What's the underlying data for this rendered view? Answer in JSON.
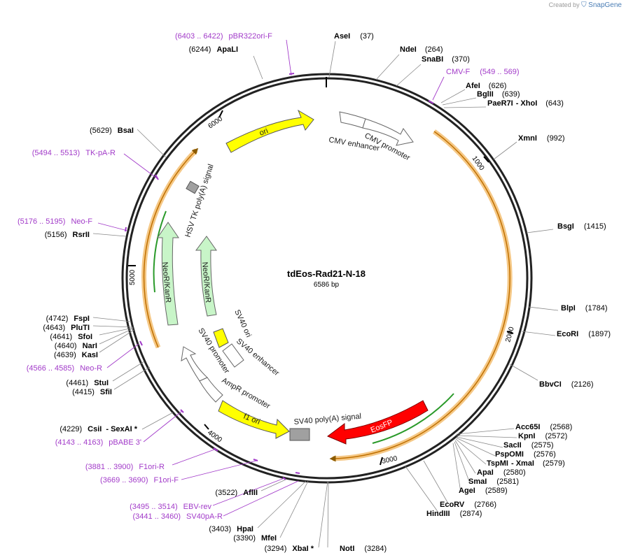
{
  "credit": {
    "prefix": "Created by",
    "brand": "SnapGene"
  },
  "plasmid": {
    "name": "tdEos-Rad21-N-18",
    "size_label": "6586 bp",
    "length": 6586
  },
  "ruler_ticks": [
    "1000",
    "2000",
    "3000",
    "4000",
    "5000",
    "6000"
  ],
  "enzymes": [
    {
      "name": "AseI",
      "pos": "(37)"
    },
    {
      "name": "NdeI",
      "pos": "(264)"
    },
    {
      "name": "SnaBI",
      "pos": "(370)"
    },
    {
      "name": "AfeI",
      "pos": "(626)"
    },
    {
      "name": "BglII",
      "pos": "(639)"
    },
    {
      "name": "PaeR7I",
      "pos": "(643)",
      "suffix": "- XhoI"
    },
    {
      "name": "XmnI",
      "pos": "(992)"
    },
    {
      "name": "BsgI",
      "pos": "(1415)"
    },
    {
      "name": "BlpI",
      "pos": "(1784)"
    },
    {
      "name": "EcoRI",
      "pos": "(1897)"
    },
    {
      "name": "BbvCI",
      "pos": "(2126)"
    },
    {
      "name": "Acc65I",
      "pos": "(2568)"
    },
    {
      "name": "KpnI",
      "pos": "(2572)"
    },
    {
      "name": "SacII",
      "pos": "(2575)"
    },
    {
      "name": "PspOMI",
      "pos": "(2576)"
    },
    {
      "name": "TspMI",
      "pos": "(2579)",
      "suffix": "- XmaI"
    },
    {
      "name": "ApaI",
      "pos": "(2580)"
    },
    {
      "name": "SmaI",
      "pos": "(2581)"
    },
    {
      "name": "AgeI",
      "pos": "(2589)"
    },
    {
      "name": "EcoRV",
      "pos": "(2766)"
    },
    {
      "name": "HindIII",
      "pos": "(2874)"
    },
    {
      "name": "NotI",
      "pos": "(3284)"
    },
    {
      "name": "XbaI *",
      "pos": "(3294)"
    },
    {
      "name": "MfeI",
      "pos": "(3390)"
    },
    {
      "name": "HpaI",
      "pos": "(3403)"
    },
    {
      "name": "AflII",
      "pos": "(3522)"
    },
    {
      "name": "CsiI",
      "pos": "(4229)",
      "suffix": "- SexAI *"
    },
    {
      "name": "SfiI",
      "pos": "(4415)"
    },
    {
      "name": "StuI",
      "pos": "(4461)"
    },
    {
      "name": "KasI",
      "pos": "(4639)"
    },
    {
      "name": "NarI",
      "pos": "(4640)"
    },
    {
      "name": "SfoI",
      "pos": "(4641)"
    },
    {
      "name": "PluTI",
      "pos": "(4643)"
    },
    {
      "name": "FspI",
      "pos": "(4742)"
    },
    {
      "name": "RsrII",
      "pos": "(5156)"
    },
    {
      "name": "BsaI",
      "pos": "(5629)"
    },
    {
      "name": "ApaLI",
      "pos": "(6244)"
    }
  ],
  "primers": [
    {
      "name": "pBR322ori-F",
      "range": "(6403 .. 6422)"
    },
    {
      "name": "CMV-F",
      "range": "(549 .. 569)"
    },
    {
      "name": "TK-pA-R",
      "range": "(5494 .. 5513)"
    },
    {
      "name": "Neo-F",
      "range": "(5176 .. 5195)"
    },
    {
      "name": "Neo-R",
      "range": "(4566 .. 4585)"
    },
    {
      "name": "pBABE 3'",
      "range": "(4143 .. 4163)"
    },
    {
      "name": "F1ori-R",
      "range": "(3881 .. 3900)"
    },
    {
      "name": "F1ori-F",
      "range": "(3669 .. 3690)"
    },
    {
      "name": "EBV-rev",
      "range": "(3495 .. 3514)"
    },
    {
      "name": "SV40pA-R",
      "range": "(3441 .. 3460)"
    }
  ],
  "features": [
    {
      "name": "ori",
      "color": "#ffff00"
    },
    {
      "name": "CMV enhancer",
      "color": "#ffffff"
    },
    {
      "name": "CMV promoter",
      "color": "#ffffff"
    },
    {
      "name": "HSV TK poly(A) signal",
      "color": "#a0a0a0"
    },
    {
      "name": "NeoR/KanR",
      "color": "#c8f5c8"
    },
    {
      "name": "NeoR/KanR",
      "color": "#c8f5c8"
    },
    {
      "name": "SV40 ori",
      "color": "#ffff00"
    },
    {
      "name": "SV40 enhancer",
      "color": "#ffffff"
    },
    {
      "name": "SV40 promoter",
      "color": "#ffffff"
    },
    {
      "name": "AmpR promoter",
      "color": "#ffffff"
    },
    {
      "name": "f1 ori",
      "color": "#ffff00"
    },
    {
      "name": "SV40 poly(A) signal",
      "color": "#a0a0a0"
    },
    {
      "name": "EosFP",
      "color": "#ff0000"
    }
  ],
  "colors": {
    "primer": "#a23bc9",
    "orf_orange": "#f0a030",
    "orf_green": "#2a9a2a"
  }
}
